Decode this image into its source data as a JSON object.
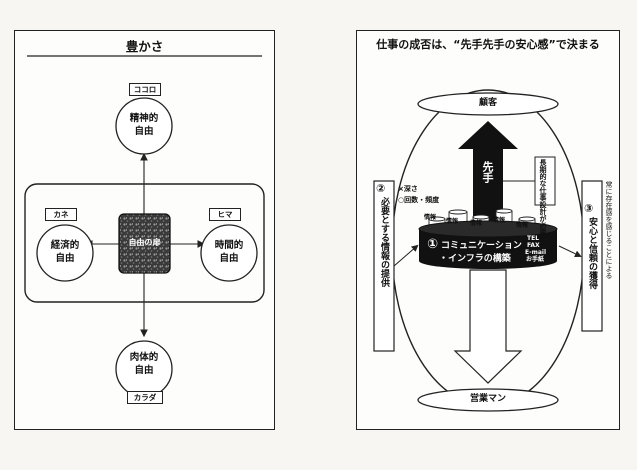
{
  "left": {
    "title": "豊かさ",
    "nodes": {
      "spiritual": {
        "tag": "ココロ",
        "line1": "精神的",
        "line2": "自由"
      },
      "economic": {
        "tag": "カネ",
        "line1": "経済的",
        "line2": "自由"
      },
      "time": {
        "tag": "ヒマ",
        "line1": "時間的",
        "line2": "自由"
      },
      "physical": {
        "tag": "カラダ",
        "line1": "肉体的",
        "line2": "自由"
      },
      "center": {
        "label": "自由の扉"
      }
    }
  },
  "right": {
    "title": "仕事の成否は、“先手先手の安心感”で決まる",
    "top_ellipse": "顧客",
    "bottom_ellipse": "営業マン",
    "arrow_label": "先手",
    "long_term_note": "長期的な仕事設計が必要",
    "depth_note": "×深さ",
    "freq_note": "○回数・頻度",
    "infra_num": "①",
    "infra_line1": "コミュニケーション",
    "infra_line2": "・インフラの構築",
    "channels": [
      "TEL",
      "FAX",
      "E-mail",
      "お手紙"
    ],
    "info_label": "情報",
    "left_num": "②",
    "left_text": "必要とする情報の提供",
    "right_num": "③",
    "right_text": "安心と信頼の獲得",
    "right_note": "常に存在感を感じることによる"
  }
}
